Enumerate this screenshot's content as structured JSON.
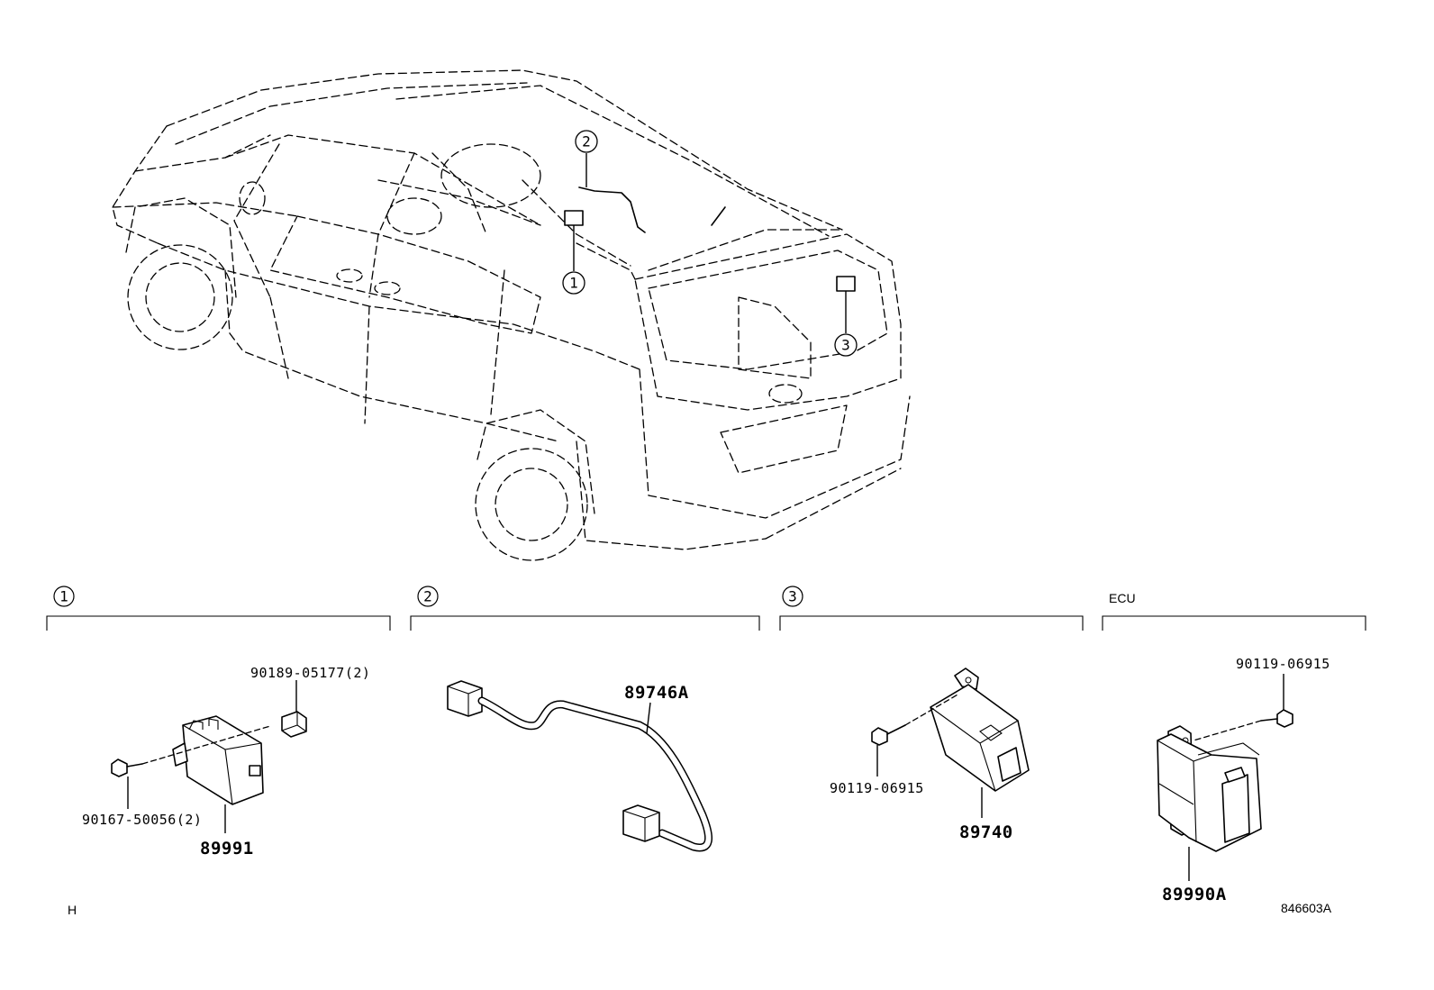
{
  "diagram": {
    "callouts": [
      "1",
      "2",
      "3"
    ],
    "sections": [
      {
        "marker": "1",
        "parts": [
          {
            "number": "90189-05177(2)"
          },
          {
            "number": "90167-50056(2)"
          },
          {
            "number": "89991"
          }
        ]
      },
      {
        "marker": "2",
        "parts": [
          {
            "number": "89746A"
          }
        ]
      },
      {
        "marker": "3",
        "parts": [
          {
            "number": "90119-06915"
          },
          {
            "number": "89740"
          }
        ]
      },
      {
        "title": "ECU",
        "parts": [
          {
            "number": "90119-06915"
          },
          {
            "number": "89990A"
          }
        ]
      }
    ],
    "corner_letter": "H",
    "drawing_id": "846603A"
  }
}
